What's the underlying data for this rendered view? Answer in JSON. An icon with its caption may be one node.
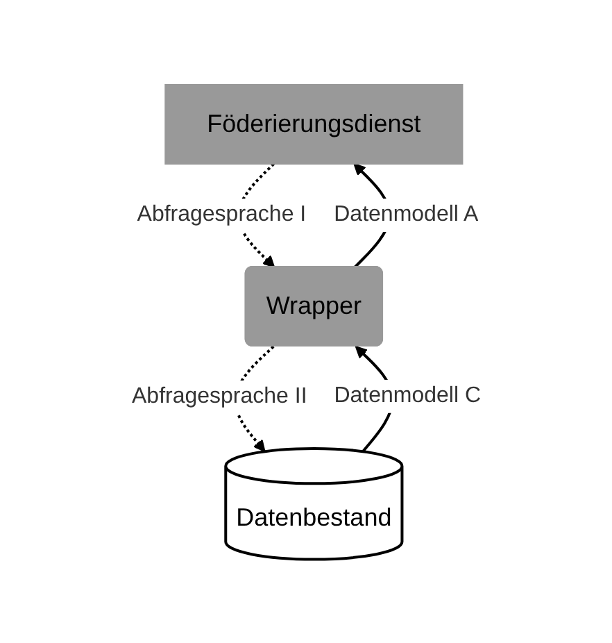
{
  "diagram": {
    "nodes": [
      {
        "text": [
          "Föderierungsdienst"
        ]
      },
      {
        "text": [
          "Wrapper"
        ]
      },
      {
        "text": [
          "Datenbestand"
        ]
      }
    ],
    "edges": [
      {
        "from": 1,
        "to": 0,
        "arrow": "to",
        "label": "Datenmodell A"
      },
      {
        "from": 0,
        "to": 1,
        "arrow": "to",
        "label": "Abfragesprache I",
        "style": "dashed"
      },
      {
        "from": 2,
        "to": 1,
        "arrow": "to",
        "label": "Datenmodell C"
      },
      {
        "from": 1,
        "to": 2,
        "arrow": "to",
        "label": "Abfragesprache II",
        "style": "dashed"
      }
    ]
  }
}
